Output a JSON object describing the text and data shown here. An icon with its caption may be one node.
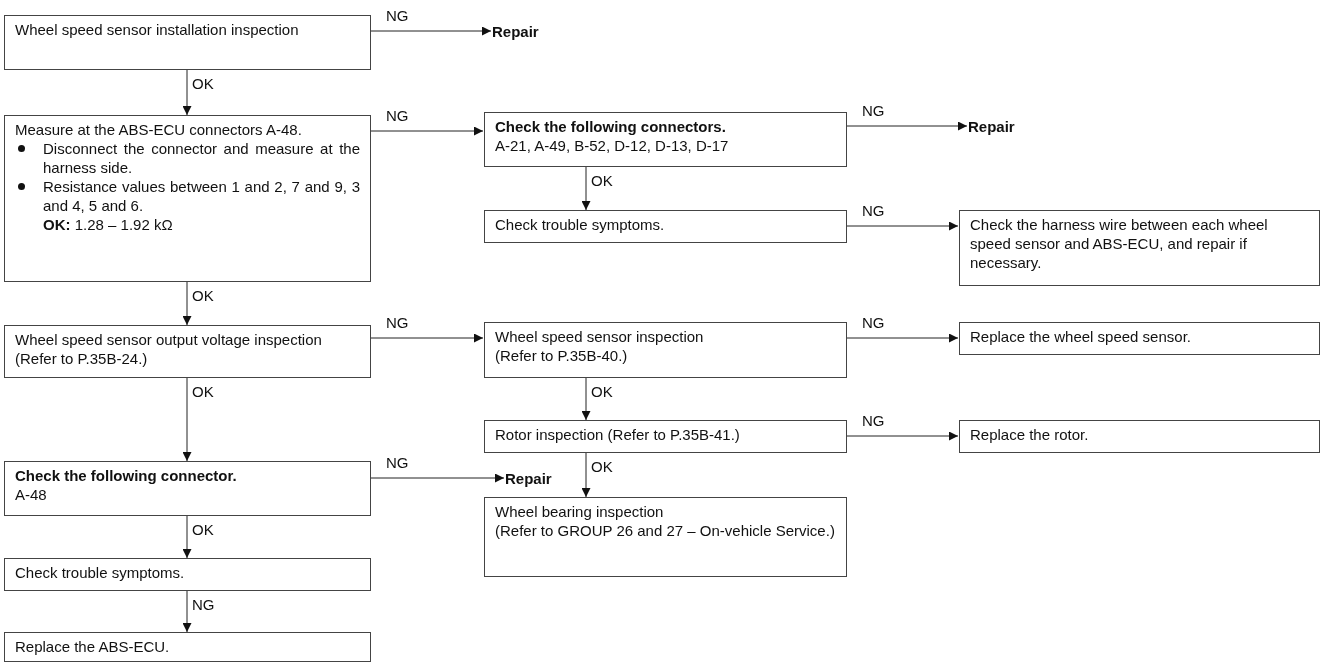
{
  "diagram": {
    "nodes": [
      {
        "text": [
          "Wheel speed sensor installation inspection"
        ]
      },
      {
        "text": [
          "Repair"
        ]
      },
      {
        "text": [
          "Measure at the ABS-ECU connectors A-48.",
          "Disconnect the connector and measure at the harness side.",
          "Resistance values between 1 and 2, 7 and 9, 3 and 4, 5 and 6.",
          "**OK:** 1.28 – 1.92 kΩ"
        ]
      },
      {
        "text": [
          "Check the following connectors.",
          "A-21, A-49, B-52, D-12, D-13, D-17"
        ]
      },
      {
        "text": [
          "Repair"
        ]
      },
      {
        "text": [
          "Check trouble symptoms."
        ]
      },
      {
        "text": [
          "Check the harness wire between each wheel speed sensor and ABS-ECU, and repair if necessary."
        ]
      },
      {
        "text": [
          "Wheel speed sensor output voltage inspection (Refer to P.35B-24.)"
        ]
      },
      {
        "text": [
          "Wheel speed sensor inspection",
          "(Refer to P.35B-40.)"
        ]
      },
      {
        "text": [
          "Replace the wheel speed sensor."
        ]
      },
      {
        "text": [
          "Rotor inspection (Refer to P.35B-41.)"
        ]
      },
      {
        "text": [
          "Replace the rotor."
        ]
      },
      {
        "text": [
          "Check the following connector.",
          "A-48"
        ]
      },
      {
        "text": [
          "Repair"
        ]
      },
      {
        "text": [
          "Wheel bearing inspection",
          "(Refer to GROUP 26 and 27 – On-vehicle Service.)"
        ]
      },
      {
        "text": [
          "Check trouble symptoms."
        ]
      },
      {
        "text": [
          "Replace the ABS-ECU."
        ]
      }
    ],
    "edges": [
      {
        "from": 0,
        "to": 1,
        "arrow": "to",
        "label": "NG"
      },
      {
        "from": 0,
        "to": 2,
        "arrow": "to",
        "label": "OK"
      },
      {
        "from": 2,
        "to": 3,
        "arrow": "to",
        "label": "NG"
      },
      {
        "from": 2,
        "to": 7,
        "arrow": "to",
        "label": "OK"
      },
      {
        "from": 3,
        "to": 4,
        "arrow": "to",
        "label": "NG"
      },
      {
        "from": 3,
        "to": 5,
        "arrow": "to",
        "label": "OK"
      },
      {
        "from": 5,
        "to": 6,
        "arrow": "to",
        "label": "NG"
      },
      {
        "from": 7,
        "to": 8,
        "arrow": "to",
        "label": "NG"
      },
      {
        "from": 7,
        "to": 12,
        "arrow": "to",
        "label": "OK"
      },
      {
        "from": 8,
        "to": 9,
        "arrow": "to",
        "label": "NG"
      },
      {
        "from": 8,
        "to": 10,
        "arrow": "to",
        "label": "OK"
      },
      {
        "from": 10,
        "to": 11,
        "arrow": "to",
        "label": "NG"
      },
      {
        "from": 10,
        "to": 14,
        "arrow": "to",
        "label": "OK"
      },
      {
        "from": 12,
        "to": 13,
        "arrow": "to",
        "label": "NG"
      },
      {
        "from": 12,
        "to": 15,
        "arrow": "to",
        "label": "OK"
      },
      {
        "from": 15,
        "to": 16,
        "arrow": "to",
        "label": "NG"
      }
    ]
  }
}
